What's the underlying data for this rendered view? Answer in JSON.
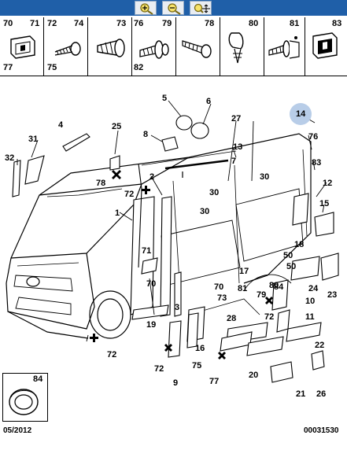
{
  "toolbar": {
    "buttons": [
      {
        "name": "zoom-in-button",
        "icon": "zoom-in-icon"
      },
      {
        "name": "zoom-out-button",
        "icon": "zoom-out-icon"
      },
      {
        "name": "zoom-pan-button",
        "icon": "zoom-pan-icon"
      }
    ],
    "color": "#1f5fa8"
  },
  "parts_bar": {
    "cells": [
      {
        "top_left": "70",
        "top_right": "71",
        "bottom_left": "77",
        "bottom_right": ""
      },
      {
        "top_left": "72",
        "top_right": "74",
        "bottom_left": "75",
        "bottom_right": ""
      },
      {
        "top_left": "",
        "top_right": "73",
        "bottom_left": "",
        "bottom_right": ""
      },
      {
        "top_left": "76",
        "top_right": "79",
        "bottom_left": "82",
        "bottom_right": ""
      },
      {
        "top_left": "",
        "top_right": "78",
        "bottom_left": "",
        "bottom_right": ""
      },
      {
        "top_left": "",
        "top_right": "80",
        "bottom_left": "",
        "bottom_right": ""
      },
      {
        "top_left": "",
        "top_right": "81",
        "bottom_left": "",
        "bottom_right": ""
      },
      {
        "top_left": "",
        "top_right": "83",
        "bottom_left": "",
        "bottom_right": ""
      }
    ]
  },
  "callouts": {
    "c1": "1",
    "c2": "2",
    "c3": "3",
    "c4": "4",
    "c5": "5",
    "c6": "6",
    "c7": "7",
    "c8": "8",
    "c9": "9",
    "c10": "10",
    "c11": "11",
    "c12": "12",
    "c13": "13",
    "c14": "14",
    "c15": "15",
    "c16": "16",
    "c17": "17",
    "c18": "18",
    "c19": "19",
    "c20": "20",
    "c21": "21",
    "c22": "22",
    "c23": "23",
    "c24": "24",
    "c25": "25",
    "c26": "26",
    "c27": "27",
    "c28": "28",
    "c30a": "30",
    "c30b": "30",
    "c30c": "30",
    "c31": "31",
    "c32": "32",
    "c50a": "50",
    "c50b": "50",
    "c70a": "70",
    "c70b": "70",
    "c71": "71",
    "c72a": "72",
    "c72b": "72",
    "c72c": "72",
    "c72d": "72",
    "c73": "73",
    "c75": "75",
    "c76": "76",
    "c77": "77",
    "c78": "78",
    "c79": "79",
    "c80": "80",
    "c81": "81",
    "c83": "83",
    "c84": "84",
    "c84b": "84"
  },
  "inset": {
    "label": "84"
  },
  "footer": {
    "date": "05/2012",
    "ref": "00031530"
  },
  "highlight_color": "#b8cde8"
}
